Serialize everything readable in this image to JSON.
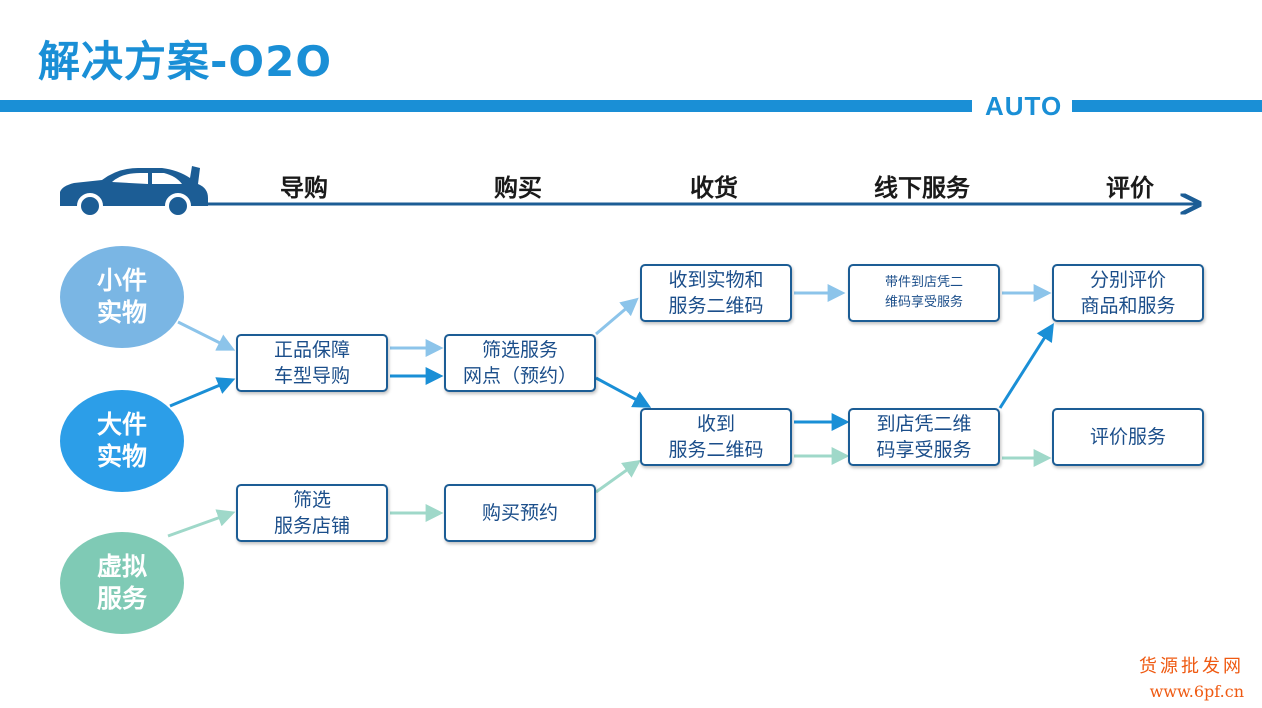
{
  "header": {
    "title": "解决方案-O2O",
    "brand": "AUTO"
  },
  "stages": [
    "导购",
    "购买",
    "收货",
    "线下服务",
    "评价"
  ],
  "categories": [
    {
      "line1": "小件",
      "line2": "实物",
      "color": "#7ab6e4"
    },
    {
      "line1": "大件",
      "line2": "实物",
      "color": "#2c9ee8"
    },
    {
      "line1": "虚拟",
      "line2": "服务",
      "color": "#7fcab5"
    }
  ],
  "boxes": {
    "genuine": {
      "line1": "正品保障",
      "line2": "车型导购"
    },
    "filter_outlet": {
      "line1": "筛选服务",
      "line2": "网点（预约）"
    },
    "receive_goods_qr": {
      "line1": "收到实物和",
      "line2": "服务二维码"
    },
    "bring_items": {
      "line1": "带件到店凭二",
      "line2": "维码享受服务"
    },
    "rate_separately": {
      "line1": "分别评价",
      "line2": "商品和服务"
    },
    "receive_qr": {
      "line1": "收到",
      "line2": "服务二维码"
    },
    "store_qr": {
      "line1": "到店凭二维",
      "line2": "码享受服务"
    },
    "rate_service": {
      "line1": "评价服务"
    },
    "filter_shop": {
      "line1": "筛选",
      "line2": "服务店铺"
    },
    "buy_reserve": {
      "line1": "购买预约"
    }
  },
  "colors": {
    "primary": "#1a8fd6",
    "dark_arrow": "#1a8fd6",
    "light_arrow": "#8cc4ea",
    "green_arrow": "#9fd8c9",
    "box_border": "#1c5d95"
  },
  "icons": {
    "car": "car-icon"
  },
  "watermark": {
    "line1": "货源批发网",
    "line2": "www.6pf.cn"
  }
}
